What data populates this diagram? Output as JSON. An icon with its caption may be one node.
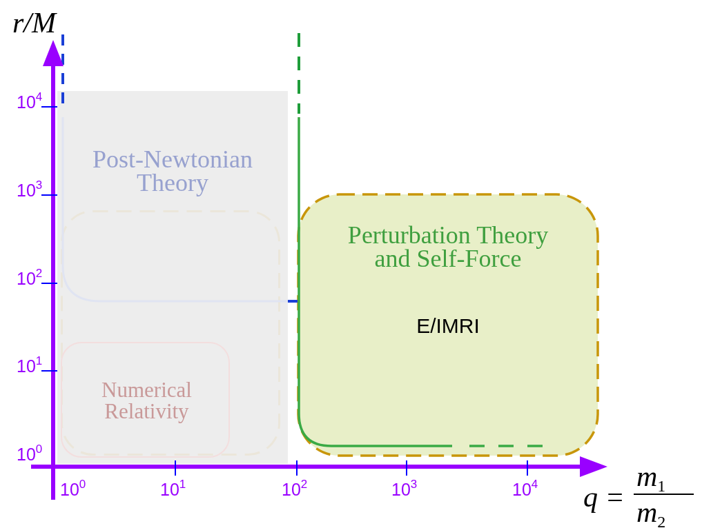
{
  "diagram": {
    "nodes": [
      {
        "text": [
          "Post-Newtonian Theory"
        ]
      },
      {
        "text": [],
        "shape": "box",
        "in": 0
      },
      {
        "text": [
          "Numerical Relativity"
        ],
        "in": 1
      },
      {
        "text": [
          "Perturbation Theory and Self-Force",
          "E/IMRI"
        ]
      }
    ],
    "edges": [],
    "labels": [
      "r/M",
      "10$^{4}$",
      "10$^{3}$",
      "10$^{2}$",
      "10$^{1}$",
      "10$^{0}$",
      "10$^{0}$",
      "10$^{1}$",
      "10$^{2}$",
      "10$^{3}$",
      "10$^{4}$",
      "q =",
      "m$_{1}$",
      "m$_{2}$"
    ]
  }
}
